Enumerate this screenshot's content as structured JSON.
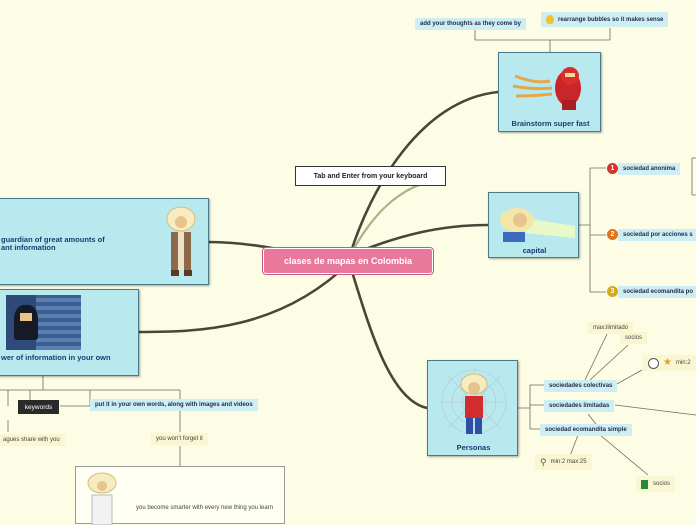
{
  "colors": {
    "background": "#fdfde6",
    "central_fill": "#e8799c",
    "card_fill": "#b8e9ee",
    "branch": "#4a4538",
    "branch_light": "#a6b48a"
  },
  "central": {
    "label": "clases de mapas en Colombia"
  },
  "tab_node": {
    "label": "Tab and Enter from your keyboard"
  },
  "brainstorm": {
    "title": "Brainstorm super fast",
    "children": [
      {
        "label": "add your thoughts as they come by"
      },
      {
        "label": "rearrange bubbles so it makes sense",
        "icon": "lightbulb-icon"
      }
    ]
  },
  "capital": {
    "title": "capital",
    "children": [
      {
        "number": "1",
        "label": "sociedad anonima",
        "color": "#d8322c"
      },
      {
        "number": "2",
        "label": "sociedad por acciones s",
        "color": "#e2741a"
      },
      {
        "number": "3",
        "label": "sociedad ecomandita po",
        "color": "#d6a81a"
      }
    ]
  },
  "guardian": {
    "title_line1": "guardian of great amounts of",
    "title_line2": "ant information"
  },
  "power": {
    "title": "wer of information in your own",
    "keywords": "keywords",
    "colleagues": "agues share with you",
    "own_words": "put it in your own words, along with images and videos",
    "forget": "you won't forget it",
    "smarter": "you become smarter with every new thing you learn"
  },
  "personas": {
    "title": "Personas",
    "children": [
      {
        "label": "sociedades colectivas"
      },
      {
        "label": "sociedades limitadas"
      },
      {
        "label": "sociedad ecomandita simple"
      }
    ],
    "sub": {
      "max": "max:ilimitado",
      "socios_top": "socios",
      "min_right": "min:2",
      "min_max": "min:2 max:25",
      "socios_bottom": "socios"
    }
  }
}
